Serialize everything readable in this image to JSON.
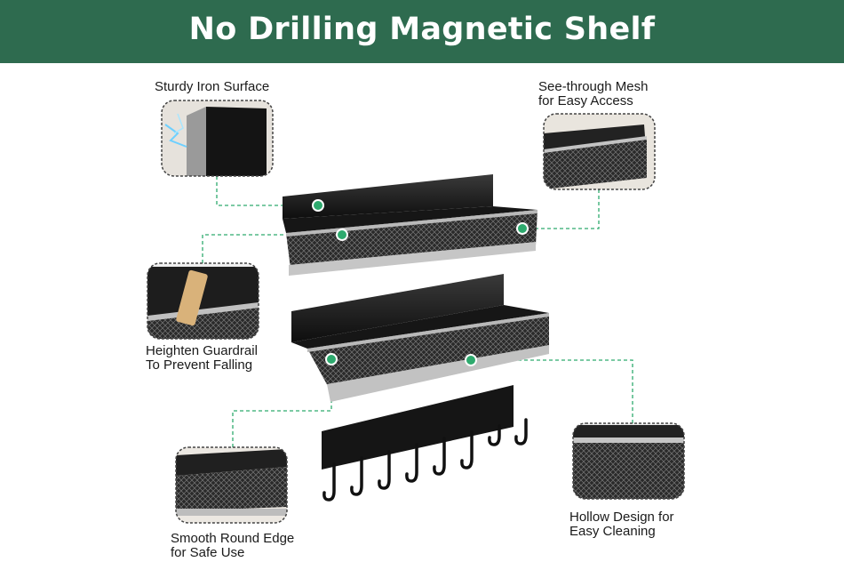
{
  "title": "No Drilling Magnetic Shelf",
  "colors": {
    "banner": "#2e6b4f",
    "accent": "#2eaa6e",
    "shelf": "#1b1b1b",
    "rail": "#b9b9b9"
  },
  "features": [
    {
      "id": "iron",
      "line1": "Sturdy Iron Surface",
      "line2": ""
    },
    {
      "id": "mesh",
      "line1": "See-through Mesh",
      "line2": "for Easy Access"
    },
    {
      "id": "rail",
      "line1": "Heighten Guardrail",
      "line2": "To Prevent Falling"
    },
    {
      "id": "edge",
      "line1": "Smooth Round Edge",
      "line2": "for Safe Use"
    },
    {
      "id": "hollow",
      "line1": "Hollow Design for",
      "line2": "Easy Cleaning"
    }
  ]
}
